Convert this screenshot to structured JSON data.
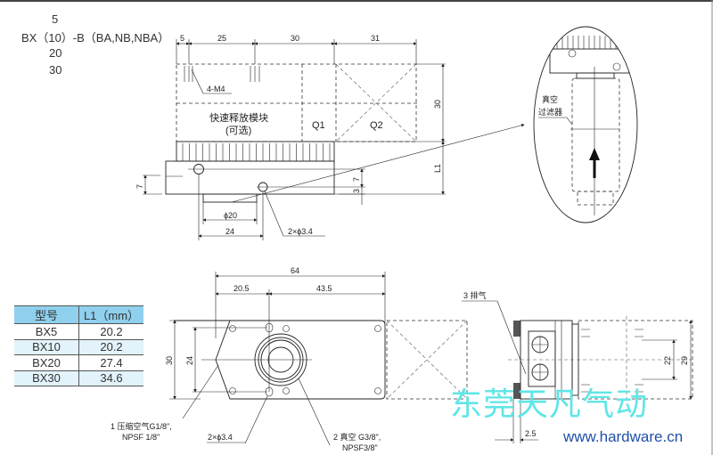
{
  "model_code": {
    "line1": "5",
    "line2": "BX（10）-B（BA,NB,NBA）",
    "line3": "20",
    "line4": "30"
  },
  "top_view": {
    "dims": {
      "d5": "5",
      "d25": "25",
      "d30": "30",
      "d31": "31",
      "height30": "30",
      "l1": "L1",
      "d7_left": "7",
      "d7_right": "7",
      "d3": "3",
      "phi20": "ϕ20",
      "d24": "24",
      "holes": "2×ϕ3.4"
    },
    "thread_label": "4-M4",
    "module_label": "快速释放模块",
    "module_optional": "(可选)",
    "q1": "Q1",
    "q2": "Q2"
  },
  "detail": {
    "filter_label_1": "真空",
    "filter_label_2": "过滤器"
  },
  "front_view": {
    "dims": {
      "d64": "64",
      "d20_5": "20.5",
      "d43_5": "43.5",
      "d30": "30",
      "d24": "24"
    },
    "port1_line1": "1 压缩空气G1/8\",",
    "port1_line2": "NPSF 1/8\"",
    "holes": "2×ϕ3.4",
    "port2_line1": "2 真空 G3/8\",",
    "port2_line2": "NPSF3/8\""
  },
  "side_view": {
    "exhaust": "3 排气",
    "d22": "22",
    "d29": "29",
    "d2_5": "2.5"
  },
  "table": {
    "headers": [
      "型号",
      "L1（mm）"
    ],
    "rows": [
      [
        "BX5",
        "20.2"
      ],
      [
        "BX10",
        "20.2"
      ],
      [
        "BX20",
        "27.4"
      ],
      [
        "BX30",
        "34.6"
      ]
    ]
  },
  "watermark": {
    "text": "东莞天凡气动",
    "url": "www.hardware.cn"
  },
  "colors": {
    "table_header": "#8fd0ee",
    "table_alt_row": "#e3f3fb",
    "watermark": "#5fe6e6",
    "url": "#1f4fa8"
  }
}
